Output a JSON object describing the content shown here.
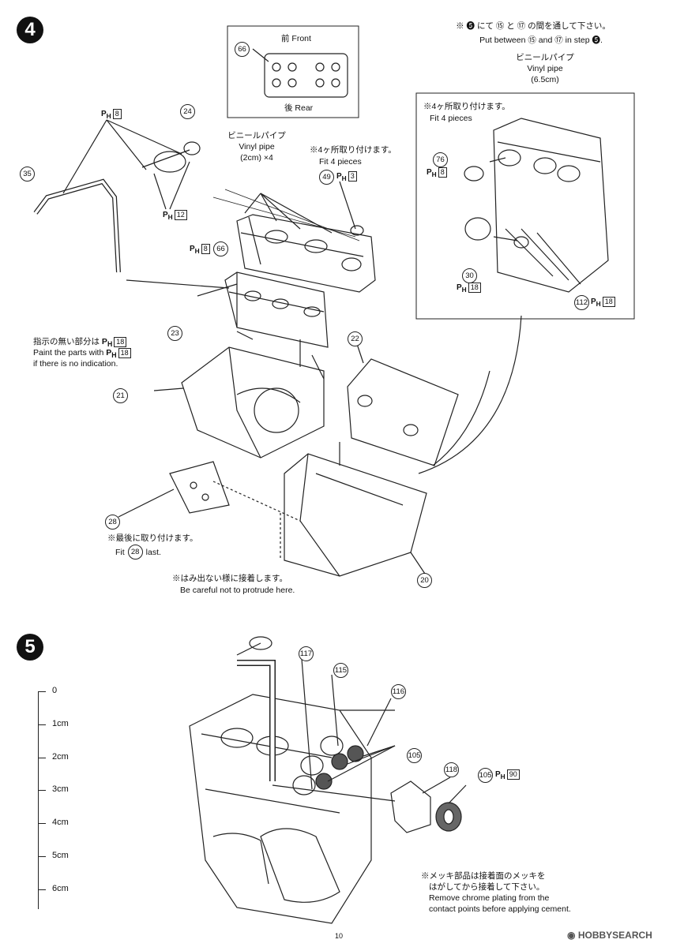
{
  "page": {
    "page_number": "10"
  },
  "watermark": {
    "text": "HOBBYSEARCH"
  },
  "step4": {
    "badge": "4",
    "inset_front_rear": {
      "front_label": "前  Front",
      "rear_label": "後  Rear",
      "part": "66"
    },
    "inset_right": {
      "header_jp": "※ ❺ にて ⑮ と ⑰ の間を通して下さい。",
      "header_en": "Put between ⑮ and ⑰ in step ❺.",
      "vinyl_jp": "ビニールパイプ",
      "vinyl_en": "Vinyl pipe",
      "vinyl_len": "(6.5cm)",
      "fit4_jp": "※4ヶ所取り付けます。",
      "fit4_en": "Fit 4 pieces",
      "parts": {
        "p76": "76",
        "p76_ph": "8",
        "p30": "30",
        "p30_ph": "18",
        "p112": "112",
        "p112_ph": "18"
      }
    },
    "vinyl_pipe_note": {
      "jp": "ビニールパイプ",
      "en": "Vinyl pipe",
      "len": "(2cm) ×4"
    },
    "fit4_note": {
      "jp": "※4ヶ所取り付けます。",
      "en": "Fit 4 pieces"
    },
    "parts": {
      "p24": "24",
      "p35": "35",
      "p49": "49",
      "p49_ph": "3",
      "p66": "66",
      "p66_ph": "8",
      "p23": "23",
      "p22": "22",
      "p21": "21",
      "p28": "28",
      "p20": "20",
      "ph8_top": "8",
      "ph12": "12"
    },
    "paint_note": {
      "jp": "指示の無い部分は",
      "jp_ph": "18",
      "en": "Paint the parts with",
      "en_ph": "18",
      "en2": "if there is no indication."
    },
    "fit_last_note": {
      "jp": "※最後に取り付けます。",
      "en_prefix": "Fit",
      "part": "28",
      "en_suffix": "last."
    },
    "protrude_note": {
      "jp": "※はみ出ない様に接着します。",
      "en": "Be careful not to protrude here."
    }
  },
  "step5": {
    "badge": "5",
    "parts": {
      "p117": "117",
      "p115": "115",
      "p116": "116",
      "p105a": "105",
      "p118": "118",
      "p105b": "105",
      "p105b_ph": "90"
    },
    "chrome_note": {
      "jp1": "※メッキ部品は接着面のメッキを",
      "jp2": "はがしてから接着して下さい。",
      "en1": "Remove chrome plating from the",
      "en2": "contact points before applying cement."
    },
    "scale": {
      "labels": [
        "0",
        "1cm",
        "2cm",
        "3cm",
        "4cm",
        "5cm",
        "6cm"
      ]
    }
  }
}
